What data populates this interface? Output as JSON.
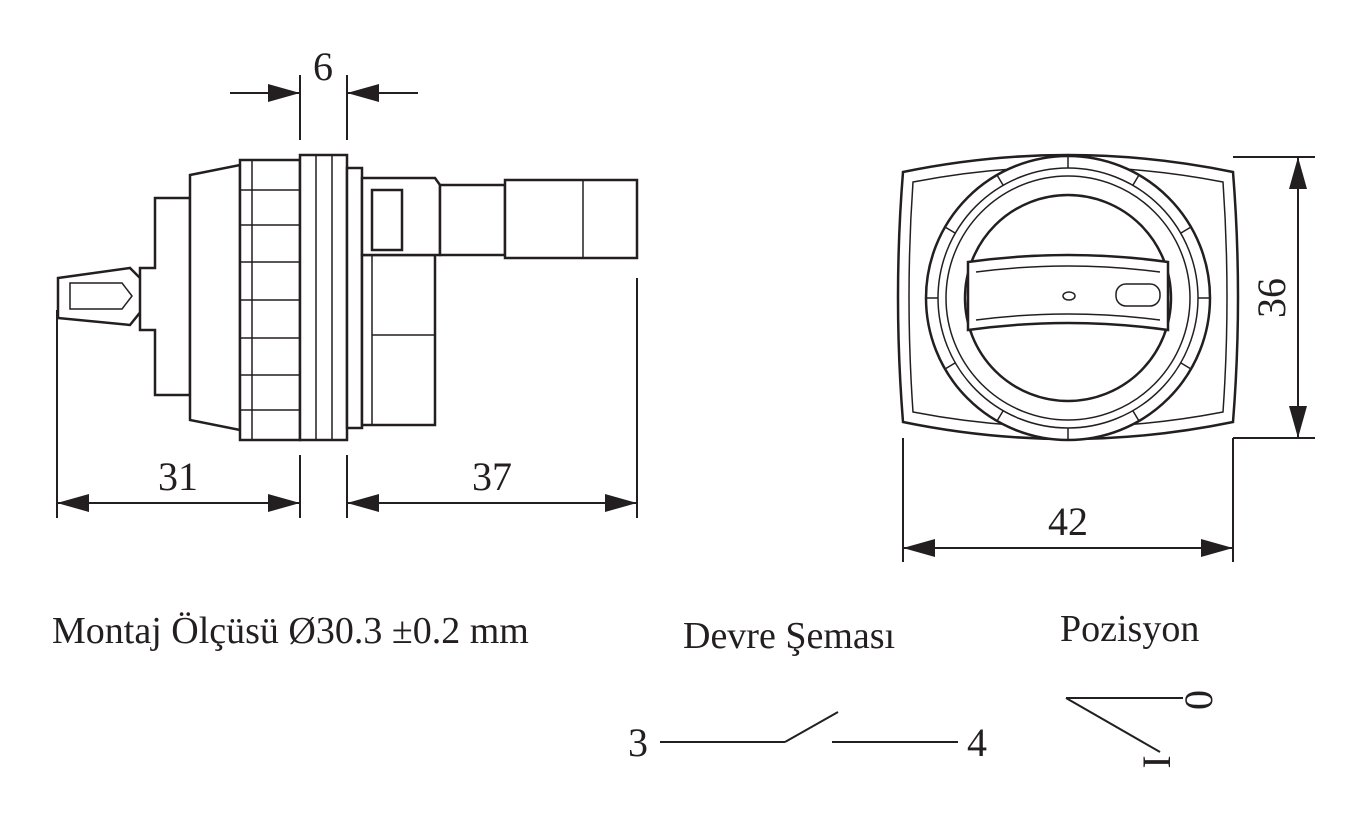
{
  "side_view": {
    "dim_shaft": "6",
    "dim_front": "31",
    "dim_rear": "37"
  },
  "front_view": {
    "dim_height": "36",
    "dim_width": "42"
  },
  "captions": {
    "mounting": "Montaj Ölçüsü Ø30.3 ±0.2 mm",
    "circuit": "Devre Şeması",
    "position": "Pozisyon"
  },
  "circuit": {
    "terminal_left": "3",
    "terminal_right": "4"
  },
  "positions": {
    "pos_0": "0",
    "pos_1": "I"
  }
}
